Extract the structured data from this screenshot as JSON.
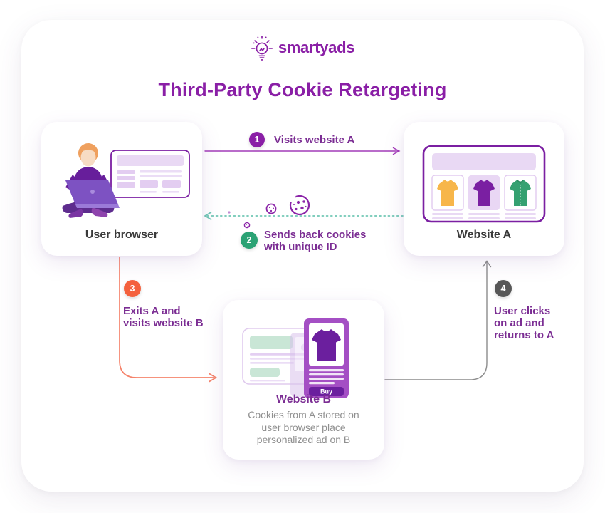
{
  "brand": {
    "name": "smartyads"
  },
  "title": "Third-Party Cookie Retargeting",
  "cards": {
    "user_browser": {
      "label": "User browser"
    },
    "website_a": {
      "label": "Website A"
    },
    "website_b": {
      "label": "Website B",
      "description_lines": [
        "Cookies from A stored on",
        "user browser place",
        "personalized ad on B"
      ],
      "ad_button_label": "Buy"
    }
  },
  "steps": [
    {
      "number": "1",
      "lines": [
        "Visits website A"
      ],
      "badge_color": "#8A1FA6"
    },
    {
      "number": "2",
      "lines": [
        "Sends back cookies",
        "with unique ID"
      ],
      "badge_color": "#2BA274"
    },
    {
      "number": "3",
      "lines": [
        "Exits A and",
        "visits website B"
      ],
      "badge_color": "#F4613D"
    },
    {
      "number": "4",
      "lines": [
        "User clicks",
        "on ad and",
        "returns to A"
      ],
      "badge_color": "#575757"
    }
  ],
  "colors": {
    "brand_purple": "#8A1FA6",
    "step_text_purple": "#7B2D93",
    "arrow_visit_purple": "#A23BB8",
    "arrow_cookies_teal": "#6FC7B4",
    "arrow_exit_orange": "#F5826A",
    "arrow_return_gray": "#8C8C8C",
    "browser_border_purple": "#7B1FA2",
    "light_purple_fill": "#E9D9F4",
    "mint_fill": "#C9E6D6",
    "shirt_yellow": "#F7B64A",
    "shirt_purple": "#7A1FA2",
    "shirt_green": "#35A171",
    "ad_purple": "#A44FC4",
    "ad_dark_purple": "#6B1F9E"
  }
}
